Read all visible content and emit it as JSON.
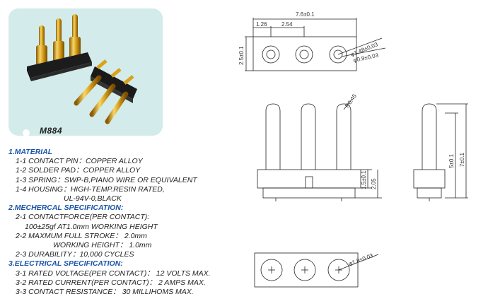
{
  "product": {
    "model": "M884"
  },
  "material": {
    "heading": "1.MATERIAL",
    "items": [
      "1-1 CONTACT PIN：COPPER ALLOY",
      "1-2 SOLDER PAD：COPPER ALLOY",
      "1-3 SPRING：SWP-B,PIANO WIRE OR EQUIVALENT",
      "1-4 HOUSING：HIGH-TEMP.RESIN RATED,"
    ],
    "housing_cont": "UL-94V-0,BLACK"
  },
  "mechanical": {
    "heading": "2.MECHERCAL SPECIFICATION:",
    "force_label": "2-1 CONTACTFORCE(PER CONTACT):",
    "force_value": "100±25gf AT1.0mm WORKING HEIGHT",
    "stroke": "2-2 MAXMUM FULL STROKE： 2.0mm",
    "working_height": "WORKING HEIGHT： 1.0mm",
    "durability": "2-3 DURABILITY：10,000 CYCLES"
  },
  "electrical": {
    "heading": "3.ELECTRICAL SPECIFICATION:",
    "items": [
      "3-1 RATED VOLTAGE(PER CONTACT)： 12 VOLTS MAX.",
      "3-2 RATED CURRENT(PER CONTACT)： 2 AMPS MAX.",
      "3-3 CONTACT RESISTANCE： 30 MILLIHOMS MAX."
    ]
  },
  "dimensions": {
    "overall_width": "7.6±0.1",
    "edge_pitch": "1.26",
    "pin_pitch": "2.54",
    "body_height": "2.5±0.1",
    "hole_outer": "φ1.48±0.03",
    "hole_inner": "φ0.9±0.03",
    "tip_radius": "R0.45",
    "base_height": "1.5±0.1",
    "base_total": "2.05",
    "pin_height": "5±0.1",
    "total_height": "7±0.1",
    "pad_diameter": "φ1.8±0.03"
  },
  "colors": {
    "heading": "#1a55a8",
    "photo_bg": "#d3ebea",
    "gold": "#d4a017",
    "housing": "#1a1a1a"
  }
}
